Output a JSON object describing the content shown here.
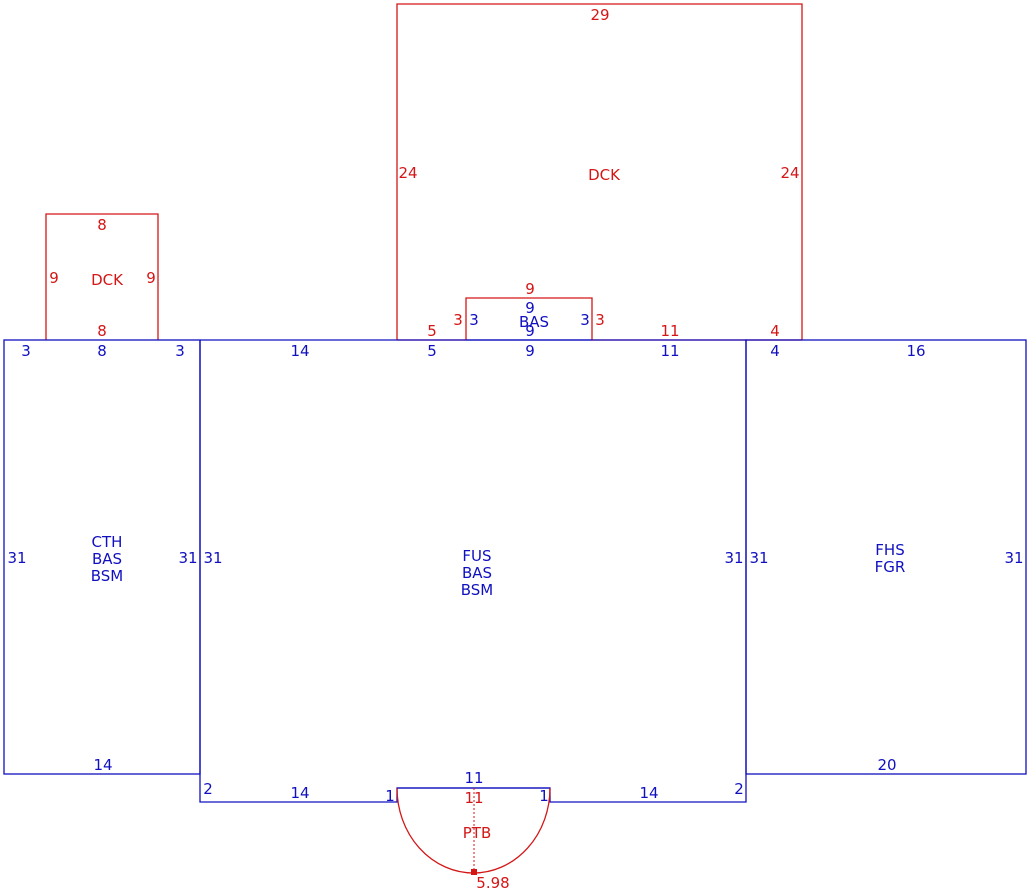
{
  "colors": {
    "living": "#1010c0",
    "exterior": "#d41616"
  },
  "areas": {
    "left_wing": {
      "codes": [
        "CTH",
        "BAS",
        "BSM"
      ],
      "dims": {
        "top_left": "3",
        "top_mid": "8",
        "top_right": "3",
        "left": "31",
        "right": "31",
        "bottom": "14"
      }
    },
    "main": {
      "codes": [
        "FUS",
        "BAS",
        "BSM"
      ],
      "dims": {
        "top_a": "14",
        "top_b": "5",
        "top_c": "9",
        "top_d": "11",
        "left": "31",
        "right": "31",
        "step_left": "2",
        "bottom_left": "14",
        "bottom_right": "14",
        "step_right": "2",
        "porch_left": "1",
        "porch_right": "1",
        "porch_top": "11"
      }
    },
    "right_wing": {
      "codes": [
        "FHS",
        "FGR"
      ],
      "dims": {
        "top_a": "4",
        "top_b": "16",
        "left": "31",
        "right": "31",
        "bottom": "20"
      }
    },
    "bump_out": {
      "code": "BAS",
      "dims": {
        "top": "9",
        "bottom": "9",
        "left": "3",
        "right": "3"
      }
    },
    "deck_large": {
      "code": "DCK",
      "dims": {
        "top": "29",
        "left": "24",
        "right": "24",
        "bottom_left": "5",
        "bump_top": "9",
        "bump_left": "3",
        "bump_right": "3",
        "bottom_right": "11",
        "bottom_far": "4"
      }
    },
    "deck_small": {
      "code": "DCK",
      "dims": {
        "top": "8",
        "left": "9",
        "right": "9",
        "bottom": "8"
      }
    },
    "porch": {
      "code": "PTB",
      "dims": {
        "chord": "11",
        "radius": "5.98"
      }
    }
  }
}
